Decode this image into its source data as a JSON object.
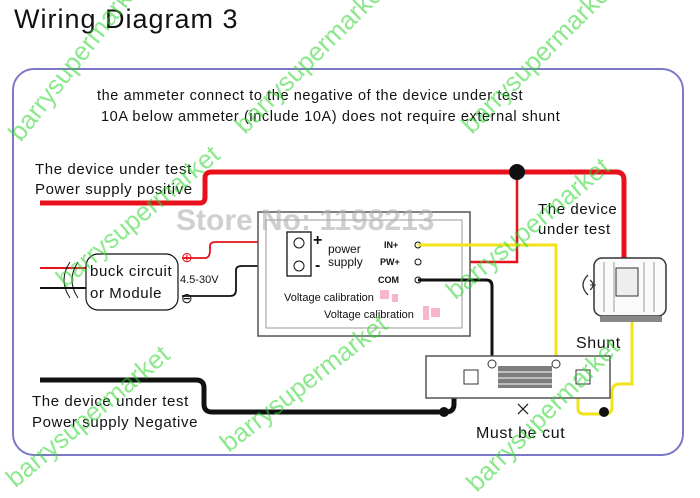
{
  "title": "Wiring  Diagram  3",
  "note": {
    "line1": "the ammeter connect to the negative of the device under test",
    "line2": "10A below ammeter (include 10A) does not require external shunt"
  },
  "labels": {
    "positive_line1": "The device under test",
    "positive_line2": "Power supply positive",
    "negative_line1": "The device under test",
    "negative_line2": "Power supply Negative",
    "buck_line1": "buck circuit",
    "buck_line2": "or Module",
    "voltage_range": "4.5-30V",
    "power_supply_line1": "power",
    "power_supply_line2": "supply",
    "terminal_in": "IN+",
    "terminal_pw": "PW+",
    "terminal_com": "COM",
    "voltage_cal_1": "Voltage calibration",
    "voltage_cal_2": "Voltage calibration",
    "device_line1": "The device",
    "device_line2": "under test",
    "shunt": "Shunt",
    "must_cut": "Must be cut",
    "plus_sign": "+",
    "minus_sign": "-"
  },
  "watermarks": {
    "brand": "barrysupermarket",
    "store": "Store No: 1198213"
  },
  "colors": {
    "red_wire": "#e8101a",
    "black_wire": "#111111",
    "yellow_wire": "#f2e21a",
    "frame": "#7b78c8",
    "watermark": "#2fd62f"
  }
}
